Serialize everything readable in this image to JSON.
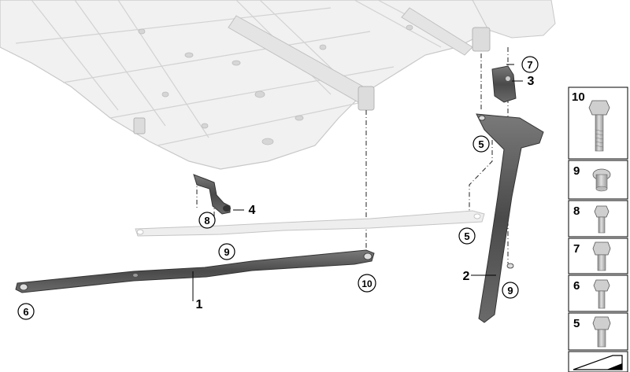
{
  "callouts": {
    "c1": "1",
    "c2": "2",
    "c3": "3",
    "c4": "4",
    "c5a": "5",
    "c5b": "5",
    "c6": "6",
    "c7": "7",
    "c8": "8",
    "c9a": "9",
    "c9b": "9",
    "c10": "10"
  },
  "legend": {
    "items": [
      "10",
      "9",
      "8",
      "7",
      "6",
      "5"
    ]
  },
  "colors": {
    "floor_fill": "#f1f1f1",
    "floor_stroke": "#c8c8c8",
    "part_dark": "#555555",
    "part_light": "#e6e6e6",
    "bolt": "#b4b4b4",
    "legend_border": "#000000"
  }
}
